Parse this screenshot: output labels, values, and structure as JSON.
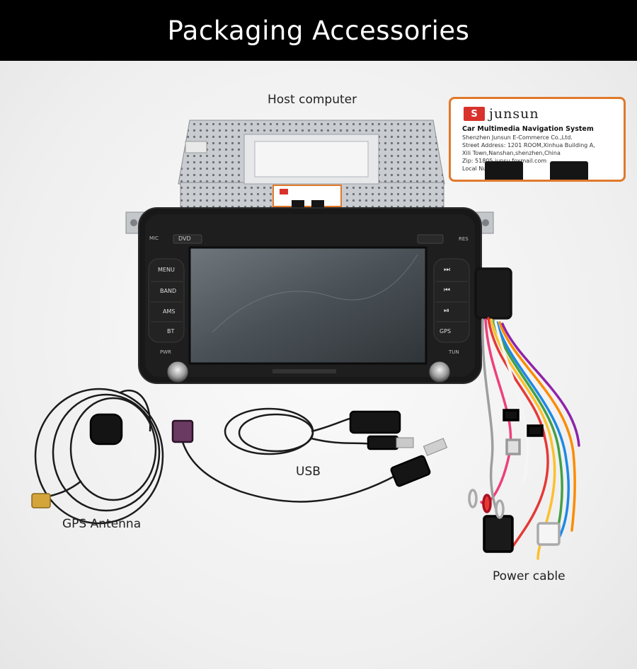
{
  "banner": {
    "title": "Packaging Accessories"
  },
  "captions": {
    "host": "Host computer",
    "usb": "USB",
    "gps": "GPS Antenna",
    "power": "Power cable"
  },
  "device": {
    "top_left": "MIC",
    "dvd": "DVD",
    "top_right": "RES",
    "left_buttons": [
      "MENU",
      "BAND",
      "AMS",
      "BT"
    ],
    "right_buttons": [
      "⏭",
      "⏮",
      "⏯",
      "GPS"
    ],
    "bottom_left": "PWR",
    "bottom_right": "TUN"
  },
  "callout": {
    "brand": "junsun",
    "system": "Car Multimedia Navigation System",
    "lines": [
      "Shenzhen Junsun E-Commerce Co.,Ltd.",
      "Street Address: 1201 ROOM,Xinhua Building A,",
      "Xili Town,Nanshan,shenzhen,China",
      "Zip: 51805                junsu            foxmail.com",
      "Local Nu               0755-86"
    ]
  },
  "colors": {
    "accent": "#e0792a",
    "banner": "#000000"
  }
}
